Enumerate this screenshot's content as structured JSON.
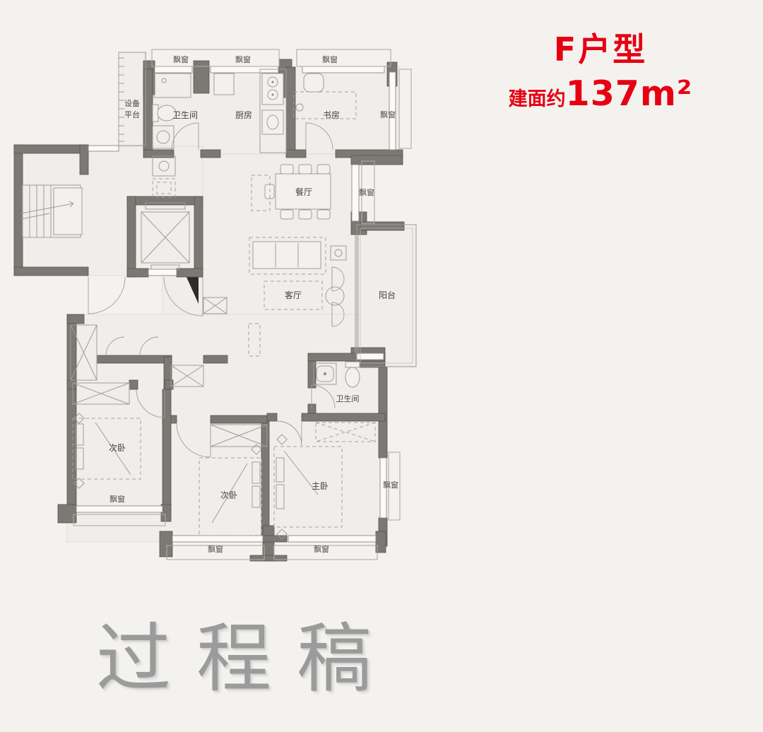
{
  "header": {
    "unit_name": "F户型",
    "area_prefix": "建面约",
    "area_value": "137m²"
  },
  "rooms": {
    "equipment_platform_line1": "设备",
    "equipment_platform_line2": "平台",
    "bathroom_top": "卫生间",
    "kitchen": "厨房",
    "study": "书房",
    "dining": "餐厅",
    "living": "客厅",
    "balcony": "阳台",
    "bathroom_bottom": "卫生间",
    "bedroom_left": "次卧",
    "bedroom_middle": "次卧",
    "master_bedroom": "主卧"
  },
  "labels": {
    "bay_window": "飘窗"
  },
  "watermark": {
    "text": "过程稿"
  },
  "colors": {
    "accent_red": "#e60012",
    "wall_gray": "#7c7975",
    "watermark_gray": "#9b9b9b"
  }
}
